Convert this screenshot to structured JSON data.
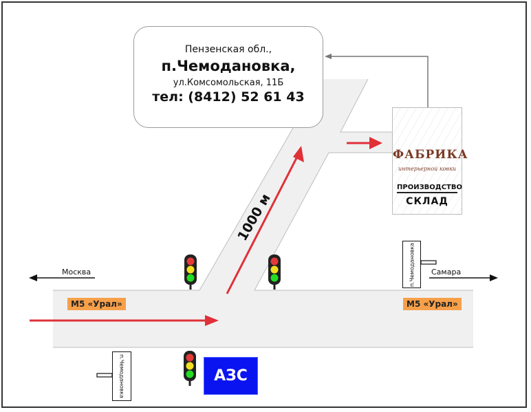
{
  "address": {
    "region": "Пензенская обл.,",
    "village": "п.Чемодановка,",
    "street": "ул.Комсомольская, 11Б",
    "phone": "тел: (8412) 52 61 43"
  },
  "company": {
    "brand": "ФАБРИКА",
    "tagline": "интерьерной ковки",
    "line1": "ПРОИЗВОДСТВО",
    "line2": "СКЛАД"
  },
  "roads": {
    "highway_label_left": "М5 «Урал»",
    "highway_label_right": "М5 «Урал»",
    "direction_left": "Москва",
    "direction_right": "Самара",
    "distance": "1000 м"
  },
  "signs": {
    "village_sign_right": "п.Чемодановка",
    "village_sign_left": "п.Чемодановка"
  },
  "gas_station": {
    "label": "АЗС",
    "color": "#0a14f0"
  },
  "colors": {
    "route_arrow": "#e03038",
    "road": "#f0f0f0",
    "highway_badge": "#f7a04a",
    "brand": "#7a3a24"
  }
}
